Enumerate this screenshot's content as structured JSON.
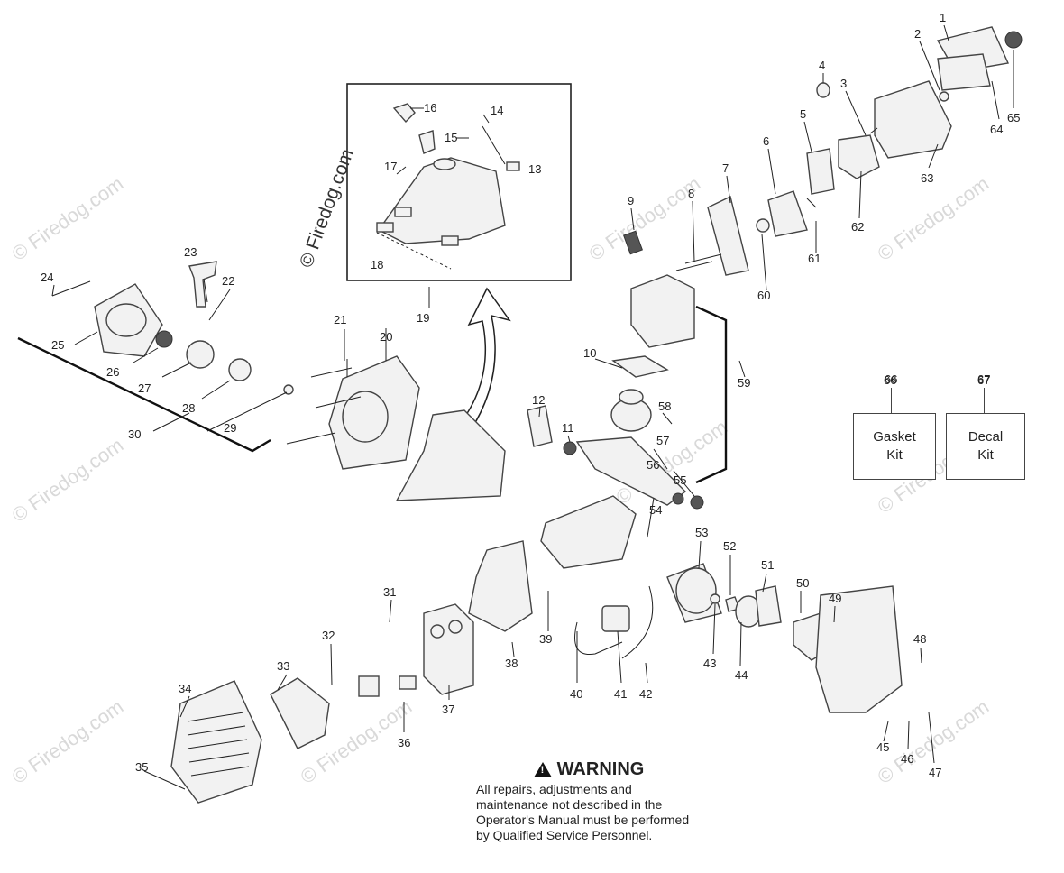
{
  "watermark": "© Firedog.com",
  "callouts": [
    "1",
    "2",
    "3",
    "4",
    "5",
    "6",
    "7",
    "8",
    "9",
    "10",
    "11",
    "12",
    "13",
    "14",
    "15",
    "16",
    "17",
    "18",
    "19",
    "20",
    "21",
    "22",
    "23",
    "24",
    "25",
    "26",
    "27",
    "28",
    "29",
    "30",
    "31",
    "32",
    "33",
    "34",
    "35",
    "36",
    "37",
    "38",
    "39",
    "40",
    "41",
    "42",
    "43",
    "44",
    "45",
    "46",
    "47",
    "48",
    "49",
    "50",
    "51",
    "52",
    "53",
    "54",
    "55",
    "56",
    "57",
    "58",
    "59",
    "60",
    "61",
    "62",
    "63",
    "64",
    "65",
    "66",
    "67"
  ],
  "kits": {
    "gasket": {
      "number": "66",
      "label": "Gasket\nKit"
    },
    "decal": {
      "number": "67",
      "label": "Decal\nKit"
    }
  },
  "warning": {
    "icon": "warning-triangle-icon",
    "title": "WARNING",
    "body": "All repairs, adjustments and maintenance not described in the Operator's Manual must be performed by Qualified Service Personnel."
  }
}
